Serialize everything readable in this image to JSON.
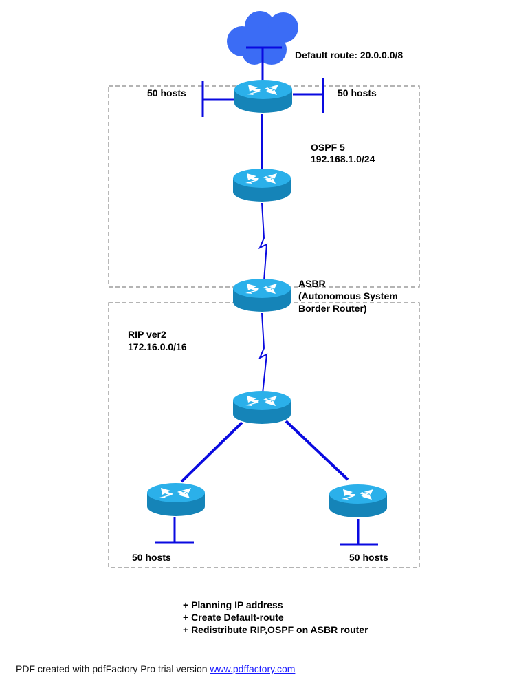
{
  "diagram": {
    "title": "OSPF / RIP redistribution topology",
    "colors": {
      "link": "#0a0ae0",
      "cloud": "#3b6cf5",
      "router_top": "#2bb0ea",
      "router_side": "#1584b8",
      "zone_border": "#888888"
    },
    "cloud_label": "Default route: 20.0.0.0/8",
    "zones": [
      {
        "id": "ospf",
        "name": "OSPF 5",
        "network": "192.168.1.0/24"
      },
      {
        "id": "rip",
        "name": "RIP ver2",
        "network": "172.16.0.0/16"
      }
    ],
    "asbr": {
      "line1": "ASBR",
      "line2": "(Autonomous System",
      "line3": "Border Router)"
    },
    "hosts": {
      "top_left": "50 hosts",
      "top_right": "50 hosts",
      "bottom_left": "50 hosts",
      "bottom_right": "50 hosts"
    },
    "routers": [
      {
        "id": "r-edge",
        "role": "OSPF edge router"
      },
      {
        "id": "r-ospf",
        "role": "OSPF internal router"
      },
      {
        "id": "r-asbr",
        "role": "ASBR"
      },
      {
        "id": "r-rip-core",
        "role": "RIP core router"
      },
      {
        "id": "r-rip-left",
        "role": "RIP left router"
      },
      {
        "id": "r-rip-right",
        "role": "RIP right router"
      }
    ],
    "links": [
      {
        "from": "cloud",
        "to": "r-edge",
        "type": "ethernet"
      },
      {
        "from": "r-edge",
        "to": "r-ospf",
        "type": "ethernet"
      },
      {
        "from": "r-ospf",
        "to": "r-asbr",
        "type": "serial"
      },
      {
        "from": "r-asbr",
        "to": "r-rip-core",
        "type": "serial"
      },
      {
        "from": "r-rip-core",
        "to": "r-rip-left",
        "type": "ethernet"
      },
      {
        "from": "r-rip-core",
        "to": "r-rip-right",
        "type": "ethernet"
      }
    ]
  },
  "tasks": [
    "+ Planning IP address",
    "+ Create Default-route",
    "+ Redistribute RIP,OSPF on ASBR router"
  ],
  "footer": {
    "text": "PDF created with pdfFactory Pro trial version ",
    "link": "www.pdffactory.com"
  }
}
